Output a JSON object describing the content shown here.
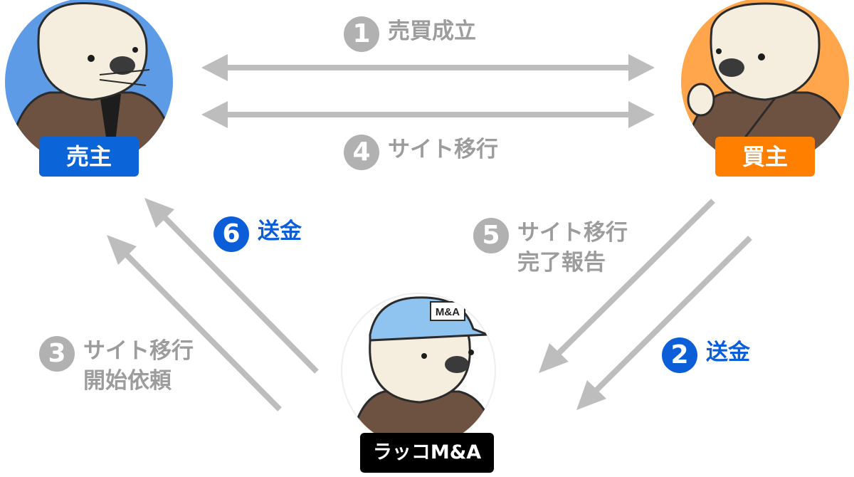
{
  "actors": {
    "seller": {
      "label": "売主",
      "badge_color": "#0b64d8",
      "circle_color": "#5d9be6"
    },
    "buyer": {
      "label": "買主",
      "badge_color": "#ff7f00",
      "circle_color": "#ffa64d"
    },
    "agent": {
      "label": "ラッコM&A",
      "badge_color": "#000000",
      "cap_text": "M&A"
    }
  },
  "steps": [
    {
      "number": "1",
      "text": "売買成立",
      "color": "gray"
    },
    {
      "number": "2",
      "text": "送金",
      "color": "blue"
    },
    {
      "number": "3",
      "text": "サイト移行\n開始依頼",
      "color": "gray"
    },
    {
      "number": "4",
      "text": "サイト移行",
      "color": "gray"
    },
    {
      "number": "5",
      "text": "サイト移行\n完了報告",
      "color": "gray"
    },
    {
      "number": "6",
      "text": "送金",
      "color": "blue"
    }
  ],
  "colors": {
    "arrow": "#bdbdbd",
    "step_gray": "#9c9c9c",
    "step_blue": "#0b5ed7"
  }
}
